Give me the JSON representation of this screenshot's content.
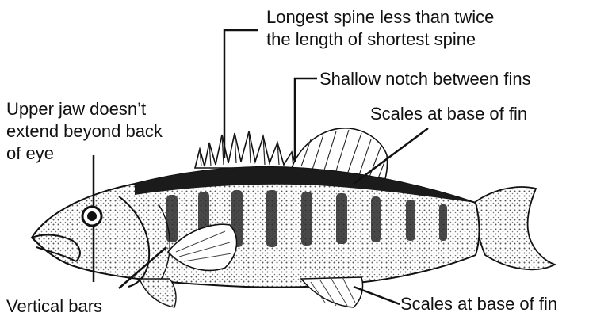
{
  "diagram": {
    "labels": {
      "longest_spine": "Longest spine less than twice\nthe length of shortest spine",
      "shallow_notch": "Shallow notch between fins",
      "scales_dorsal": "Scales at base of fin",
      "upper_jaw": "Upper jaw doesn’t\nextend beyond back\nof eye",
      "vertical_bars": "Vertical bars",
      "scales_anal": "Scales at base of fin"
    },
    "colors": {
      "ink": "#111111",
      "body_shade": "#6f6f6f",
      "back_dark": "#1b1b1b",
      "background": "#ffffff"
    }
  }
}
